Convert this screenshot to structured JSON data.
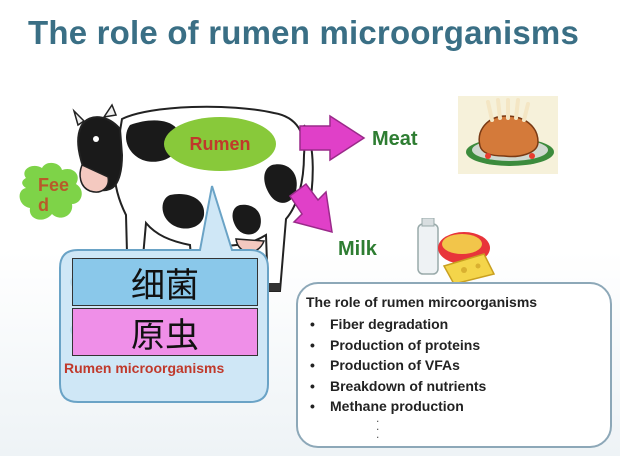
{
  "title": "The role of rumen microorganisms",
  "feed_label": "Fee d",
  "rumen_label": "Rumen",
  "meat_label": "Meat",
  "milk_label": "Milk",
  "left_callout": {
    "box1": "细菌",
    "box2": "原虫",
    "caption": "Rumen microorganisms"
  },
  "right_callout": {
    "title": "The role of rumen mircoorganisms",
    "items": [
      "Fiber degradation",
      "Production of proteins",
      "Production of VFAs",
      "Breakdown of nutrients",
      "Methane production"
    ],
    "bullet": "•",
    "ellipsis": ".\n.\n."
  },
  "colors": {
    "title": "#3a6f85",
    "arrow": "#e040c8",
    "rumen_oval": "#88c93a",
    "label_green": "#2e7d32",
    "rumen_text": "#c0392b",
    "feed_blob": "#7ed348",
    "box_blue": "#8ac8ea",
    "box_pink": "#ef8fe8"
  },
  "icons": [
    "cow-illustration",
    "meat-roast-icon",
    "milk-cheese-icon",
    "feed-blob-icon",
    "arrow-right-icon"
  ]
}
